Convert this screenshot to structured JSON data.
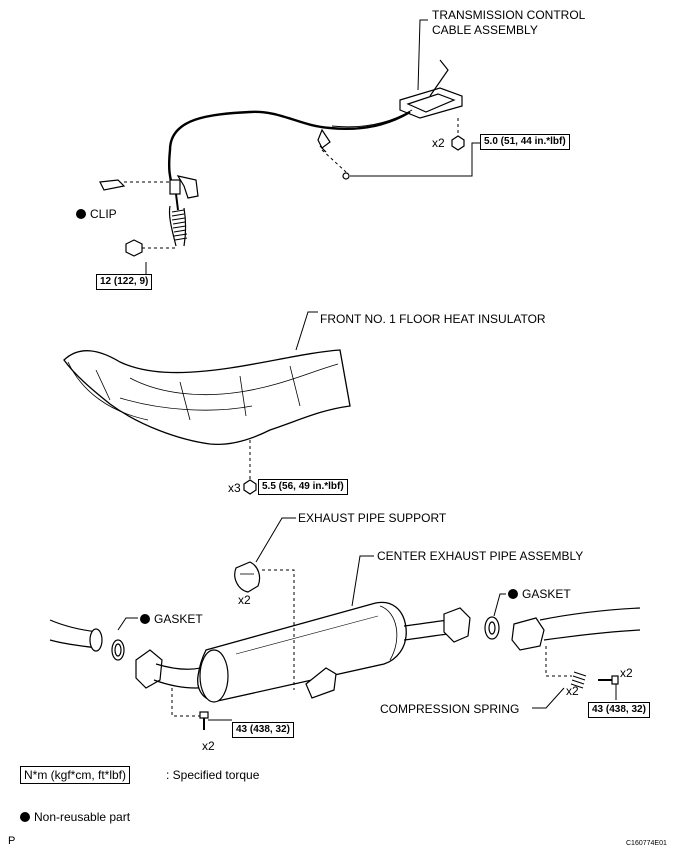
{
  "labels": {
    "transmission_cable_line1": "TRANSMISSION CONTROL",
    "transmission_cable_line2": "CABLE ASSEMBLY",
    "clip": "CLIP",
    "floor_insulator": "FRONT NO. 1 FLOOR HEAT INSULATOR",
    "exhaust_support": "EXHAUST PIPE SUPPORT",
    "center_exhaust": "CENTER EXHAUST PIPE ASSEMBLY",
    "gasket_left": "GASKET",
    "gasket_right": "GASKET",
    "compression_spring": "COMPRESSION SPRING"
  },
  "quantities": {
    "cable_bolts": "x2",
    "insulator_nuts": "x3",
    "support": "x2",
    "front_bolts": "x2",
    "spring": "x2",
    "rear_bolts": "x2"
  },
  "torques": {
    "cable_bracket": "5.0 (51, 44 in.*lbf)",
    "cable_nut": "12 (122, 9)",
    "insulator": "5.5 (56, 49 in.*lbf)",
    "front_flange": "43 (438, 32)",
    "rear_flange": "43 (438, 32)"
  },
  "legend": {
    "torque_unit": "N*m (kgf*cm, ft*lbf)",
    "torque_desc": ": Specified torque",
    "nonreusable": "Non-reusable part"
  },
  "footer": {
    "page_letter": "P",
    "figure_code": "C160774E01"
  }
}
